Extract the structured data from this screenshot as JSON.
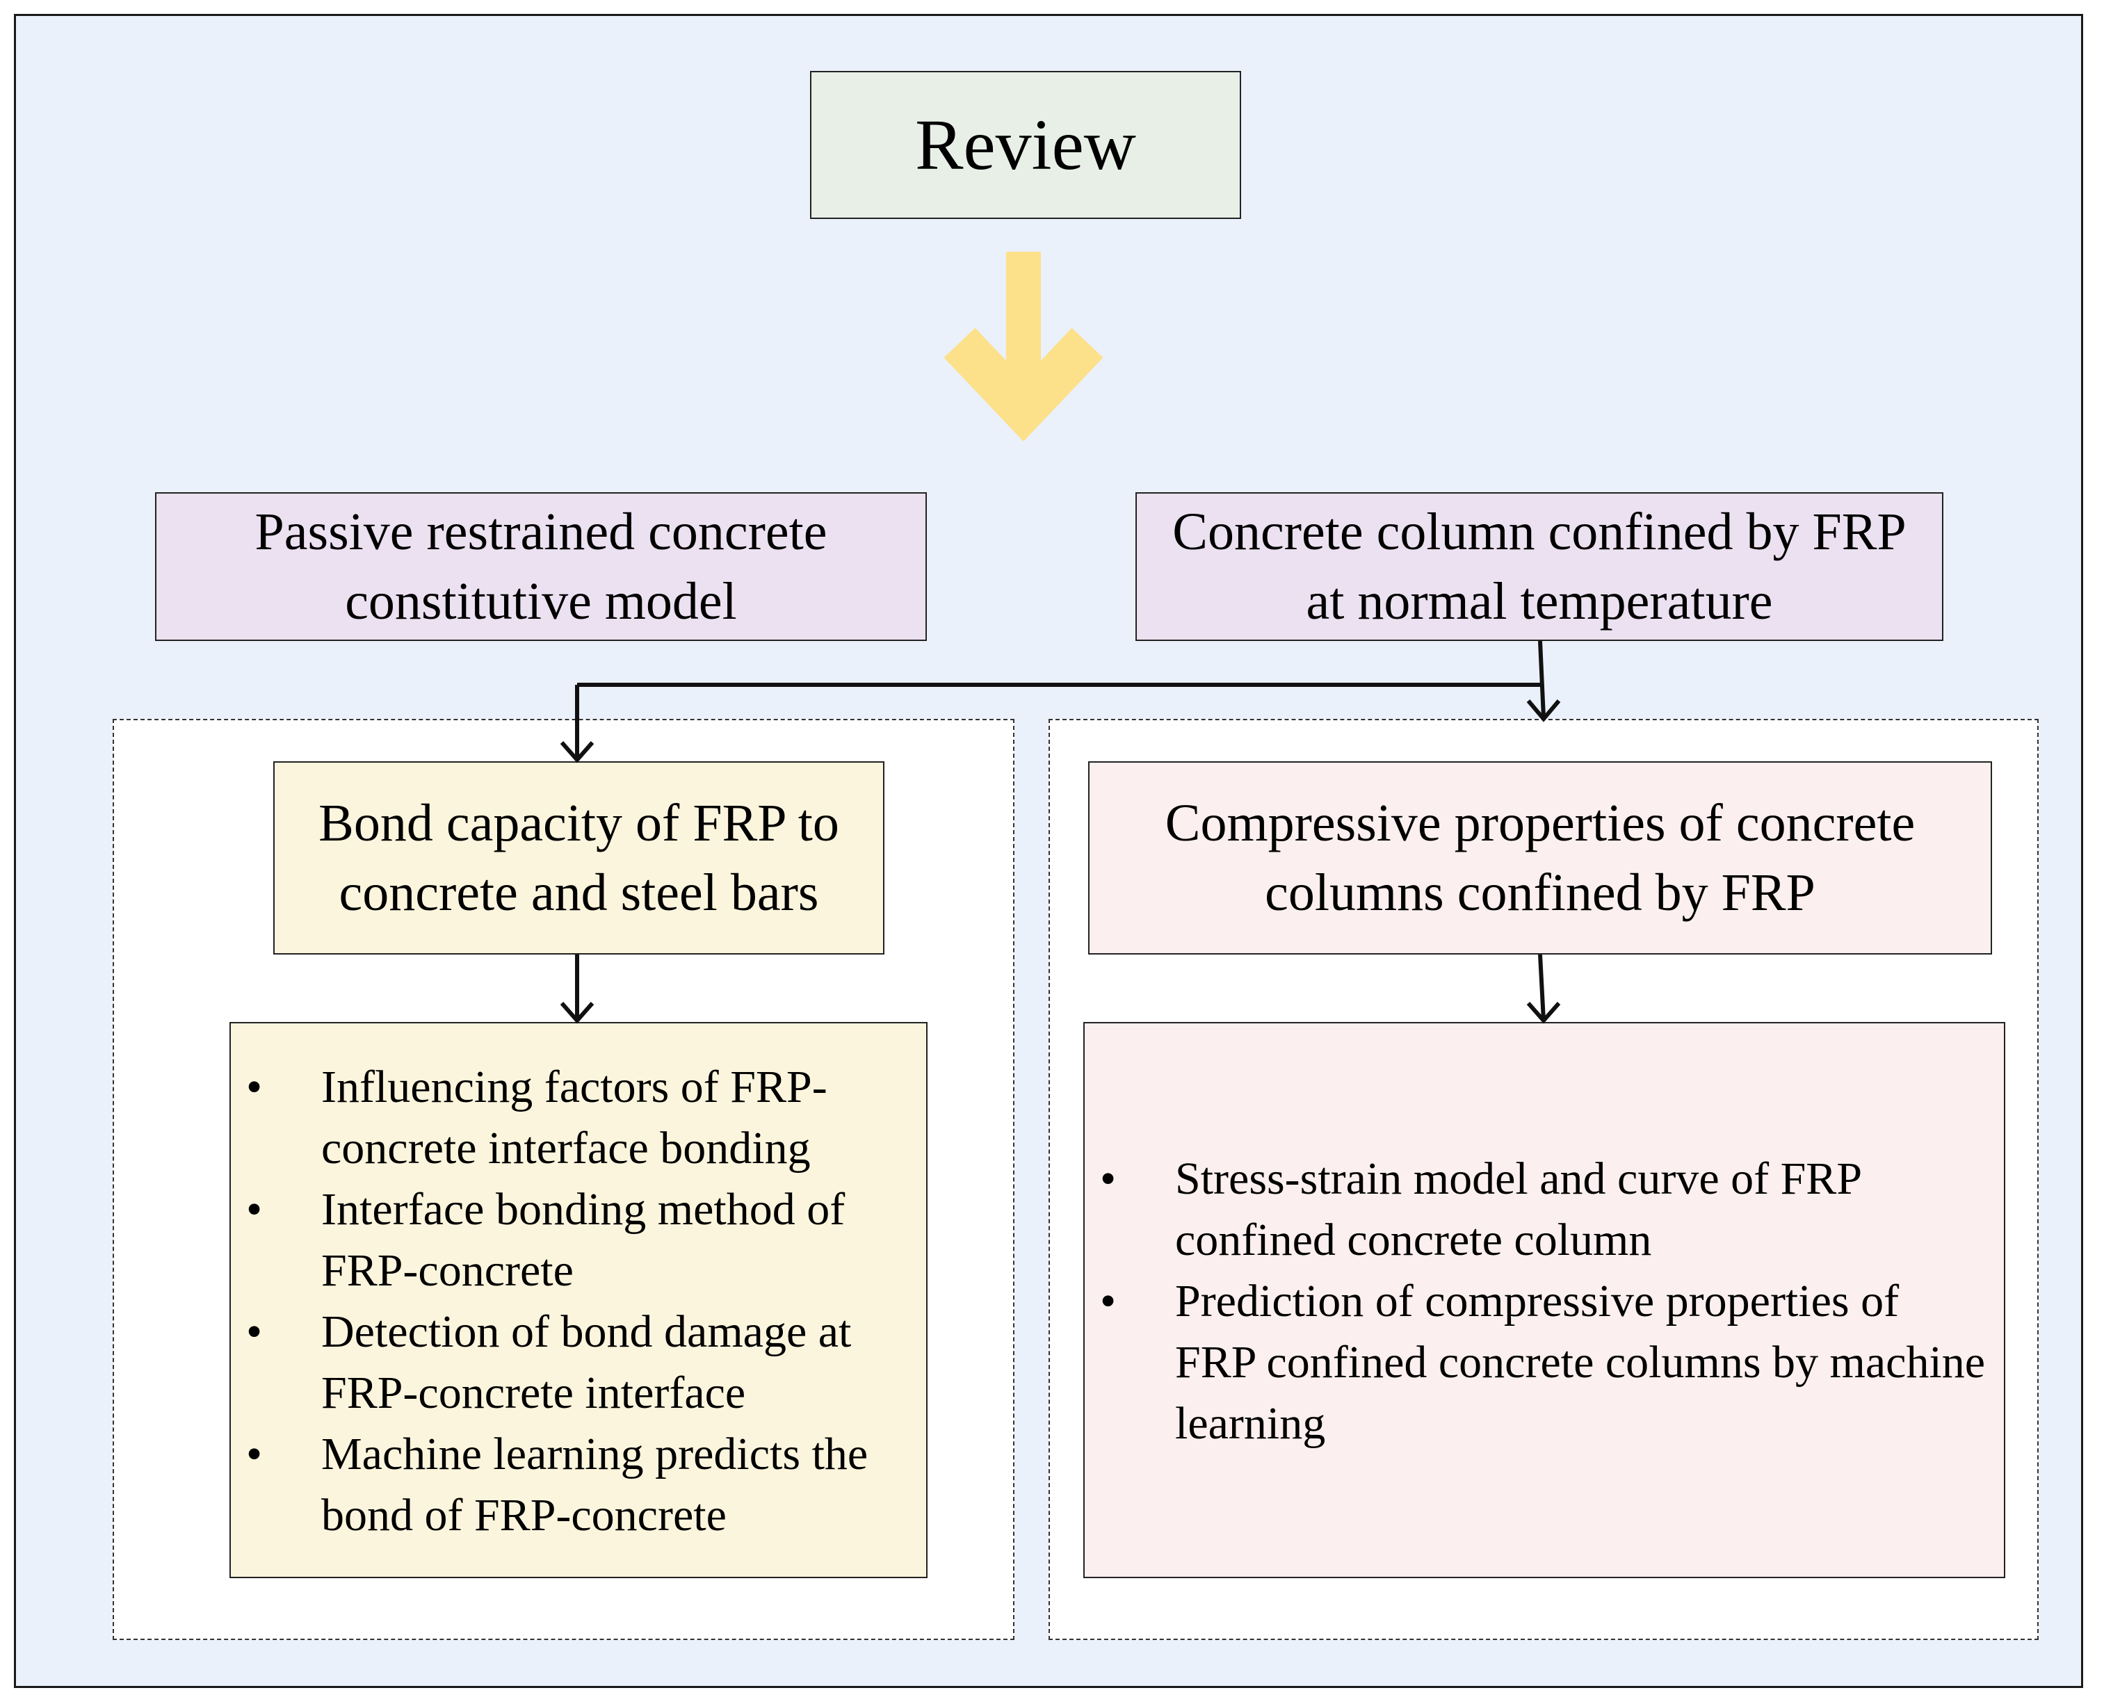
{
  "review": {
    "label": "Review"
  },
  "branches": {
    "left": {
      "label": "Passive restrained concrete constitutive model"
    },
    "right": {
      "label": "Concrete column confined by FRP at normal temperature"
    }
  },
  "topics": {
    "left": {
      "title": "Bond capacity of FRP to concrete and steel bars",
      "items": [
        "Influencing factors of FRP-concrete interface bonding",
        "Interface bonding method of FRP-concrete",
        "Detection of bond damage at FRP-concrete interface",
        "Machine learning predicts the bond of FRP-concrete"
      ]
    },
    "right": {
      "title": "Compressive properties of concrete columns confined by FRP",
      "items": [
        "Stress-strain model and curve of FRP confined concrete column",
        "Prediction of compressive properties of FRP confined concrete columns by machine learning"
      ]
    }
  },
  "colors": {
    "background": "#eaf1fb",
    "review_fill": "#e7efe6",
    "branch_fill": "#ece1f0",
    "left_fill": "#fcf5dd",
    "right_fill": "#fcefef",
    "big_arrow": "#fde08a"
  }
}
